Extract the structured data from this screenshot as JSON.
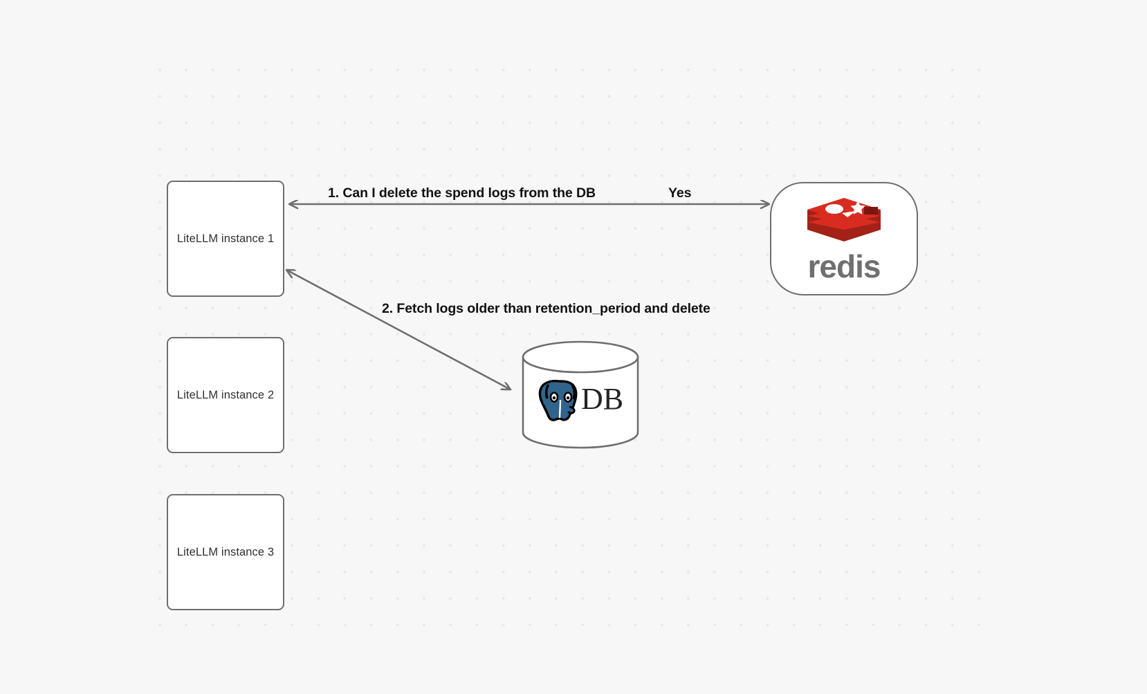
{
  "canvas": {
    "background_color": "#f7f7f7",
    "dot_color": "#e8e8e8",
    "stroke_color": "#6e6e6e"
  },
  "nodes": [
    {
      "id": "litellm-1",
      "label": "LiteLLM instance 1",
      "shape": "rounded-rect"
    },
    {
      "id": "litellm-2",
      "label": "LiteLLM instance 2",
      "shape": "rounded-rect"
    },
    {
      "id": "litellm-3",
      "label": "LiteLLM instance 3",
      "shape": "rounded-rect"
    },
    {
      "id": "redis",
      "label": "redis",
      "shape": "rounded-pill",
      "logo": "redis-logo",
      "logo_color": "#d82c20"
    },
    {
      "id": "db",
      "label": "DB",
      "shape": "cylinder",
      "logo": "postgresql-elephant-icon",
      "logo_color": "#31648c"
    }
  ],
  "edges": [
    {
      "id": "edge-1",
      "from": "redis",
      "to": "litellm-1",
      "label": "1.  Can I delete the spend logs from the DB",
      "reply_label": "Yes",
      "direction": "bidirectional"
    },
    {
      "id": "edge-2",
      "from": "litellm-1",
      "to": "db",
      "label": "2.  Fetch logs older than retention_period and delete",
      "direction": "bidirectional"
    }
  ],
  "labels": {
    "edge1_main": "1.  Can I delete the spend logs from the DB",
    "edge1_reply": "Yes",
    "edge2_main": "2.  Fetch logs older than retention_period and delete",
    "redis_wordmark": "redis",
    "db_text": "DB",
    "node1": "LiteLLM instance 1",
    "node2": "LiteLLM instance 2",
    "node3": "LiteLLM instance 3"
  }
}
